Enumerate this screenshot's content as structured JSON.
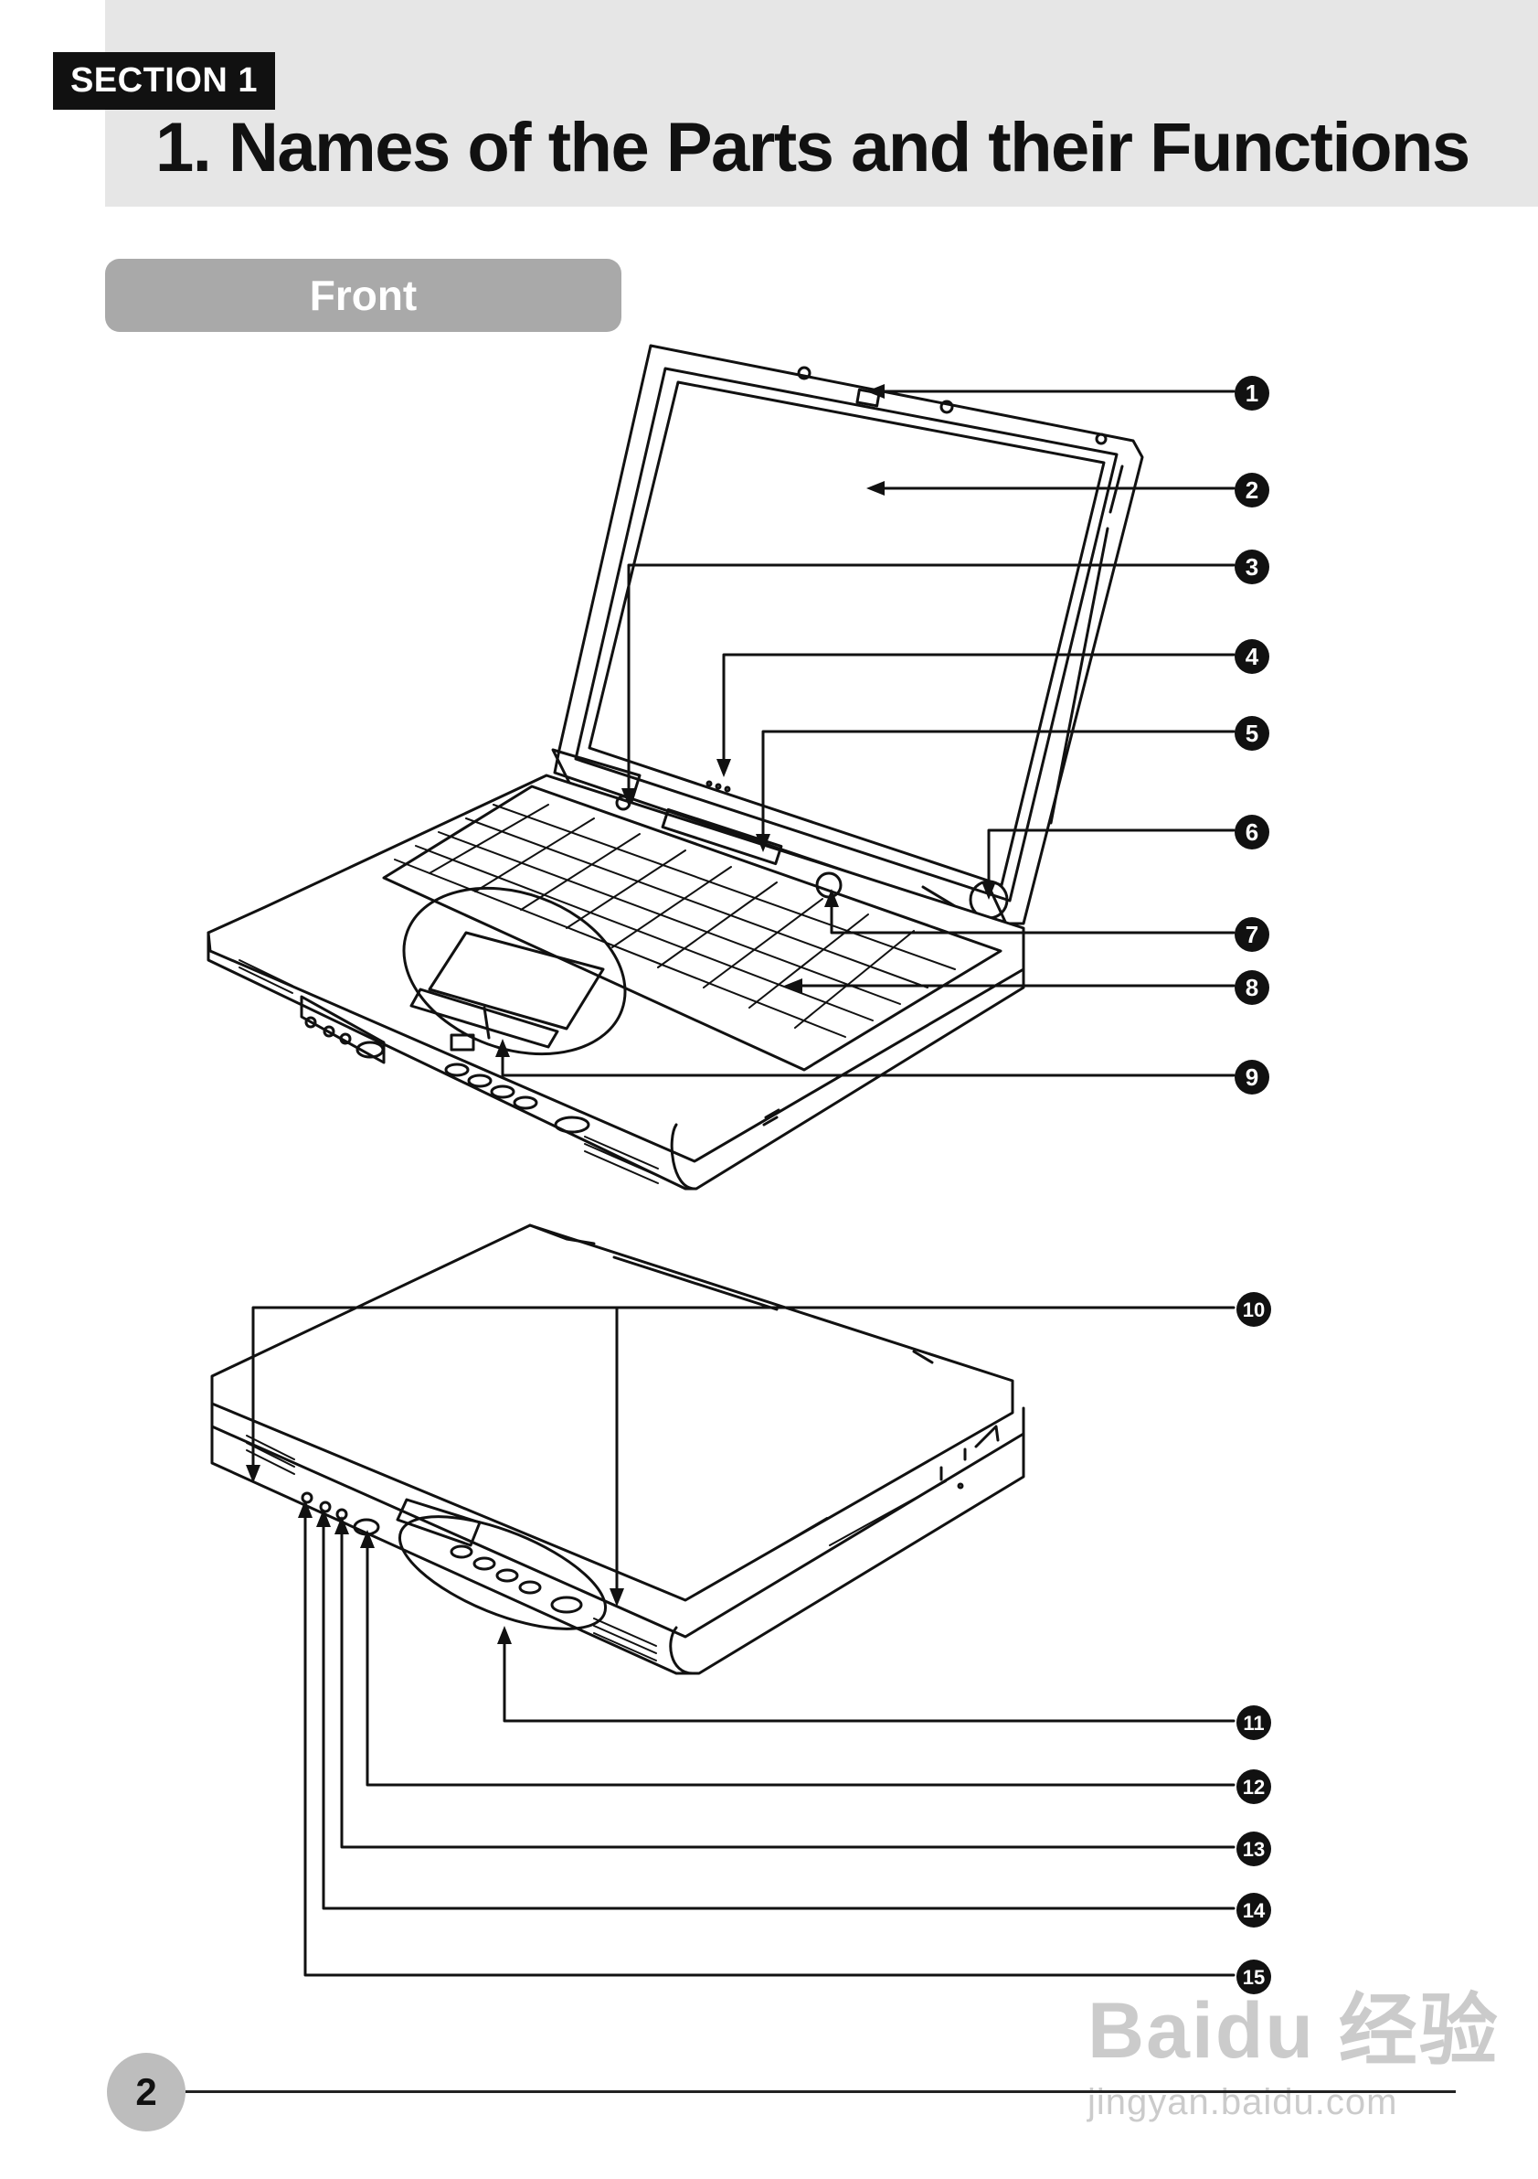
{
  "header": {
    "section_label": "SECTION 1",
    "title": "1. Names of the Parts and their Functions"
  },
  "subsection": {
    "label": "Front"
  },
  "callouts": [
    "1",
    "2",
    "3",
    "4",
    "5",
    "6",
    "7",
    "8",
    "9",
    "10",
    "11",
    "12",
    "13",
    "14",
    "15"
  ],
  "footer": {
    "page_number": "2"
  },
  "watermark": {
    "brand": "Baidu 经验",
    "url": "jingyan.baidu.com"
  },
  "colors": {
    "header_band": "#e6e6e6",
    "badge": "#111111",
    "front_pill": "#a9a9a9",
    "page_circle": "#bdbdbd"
  }
}
